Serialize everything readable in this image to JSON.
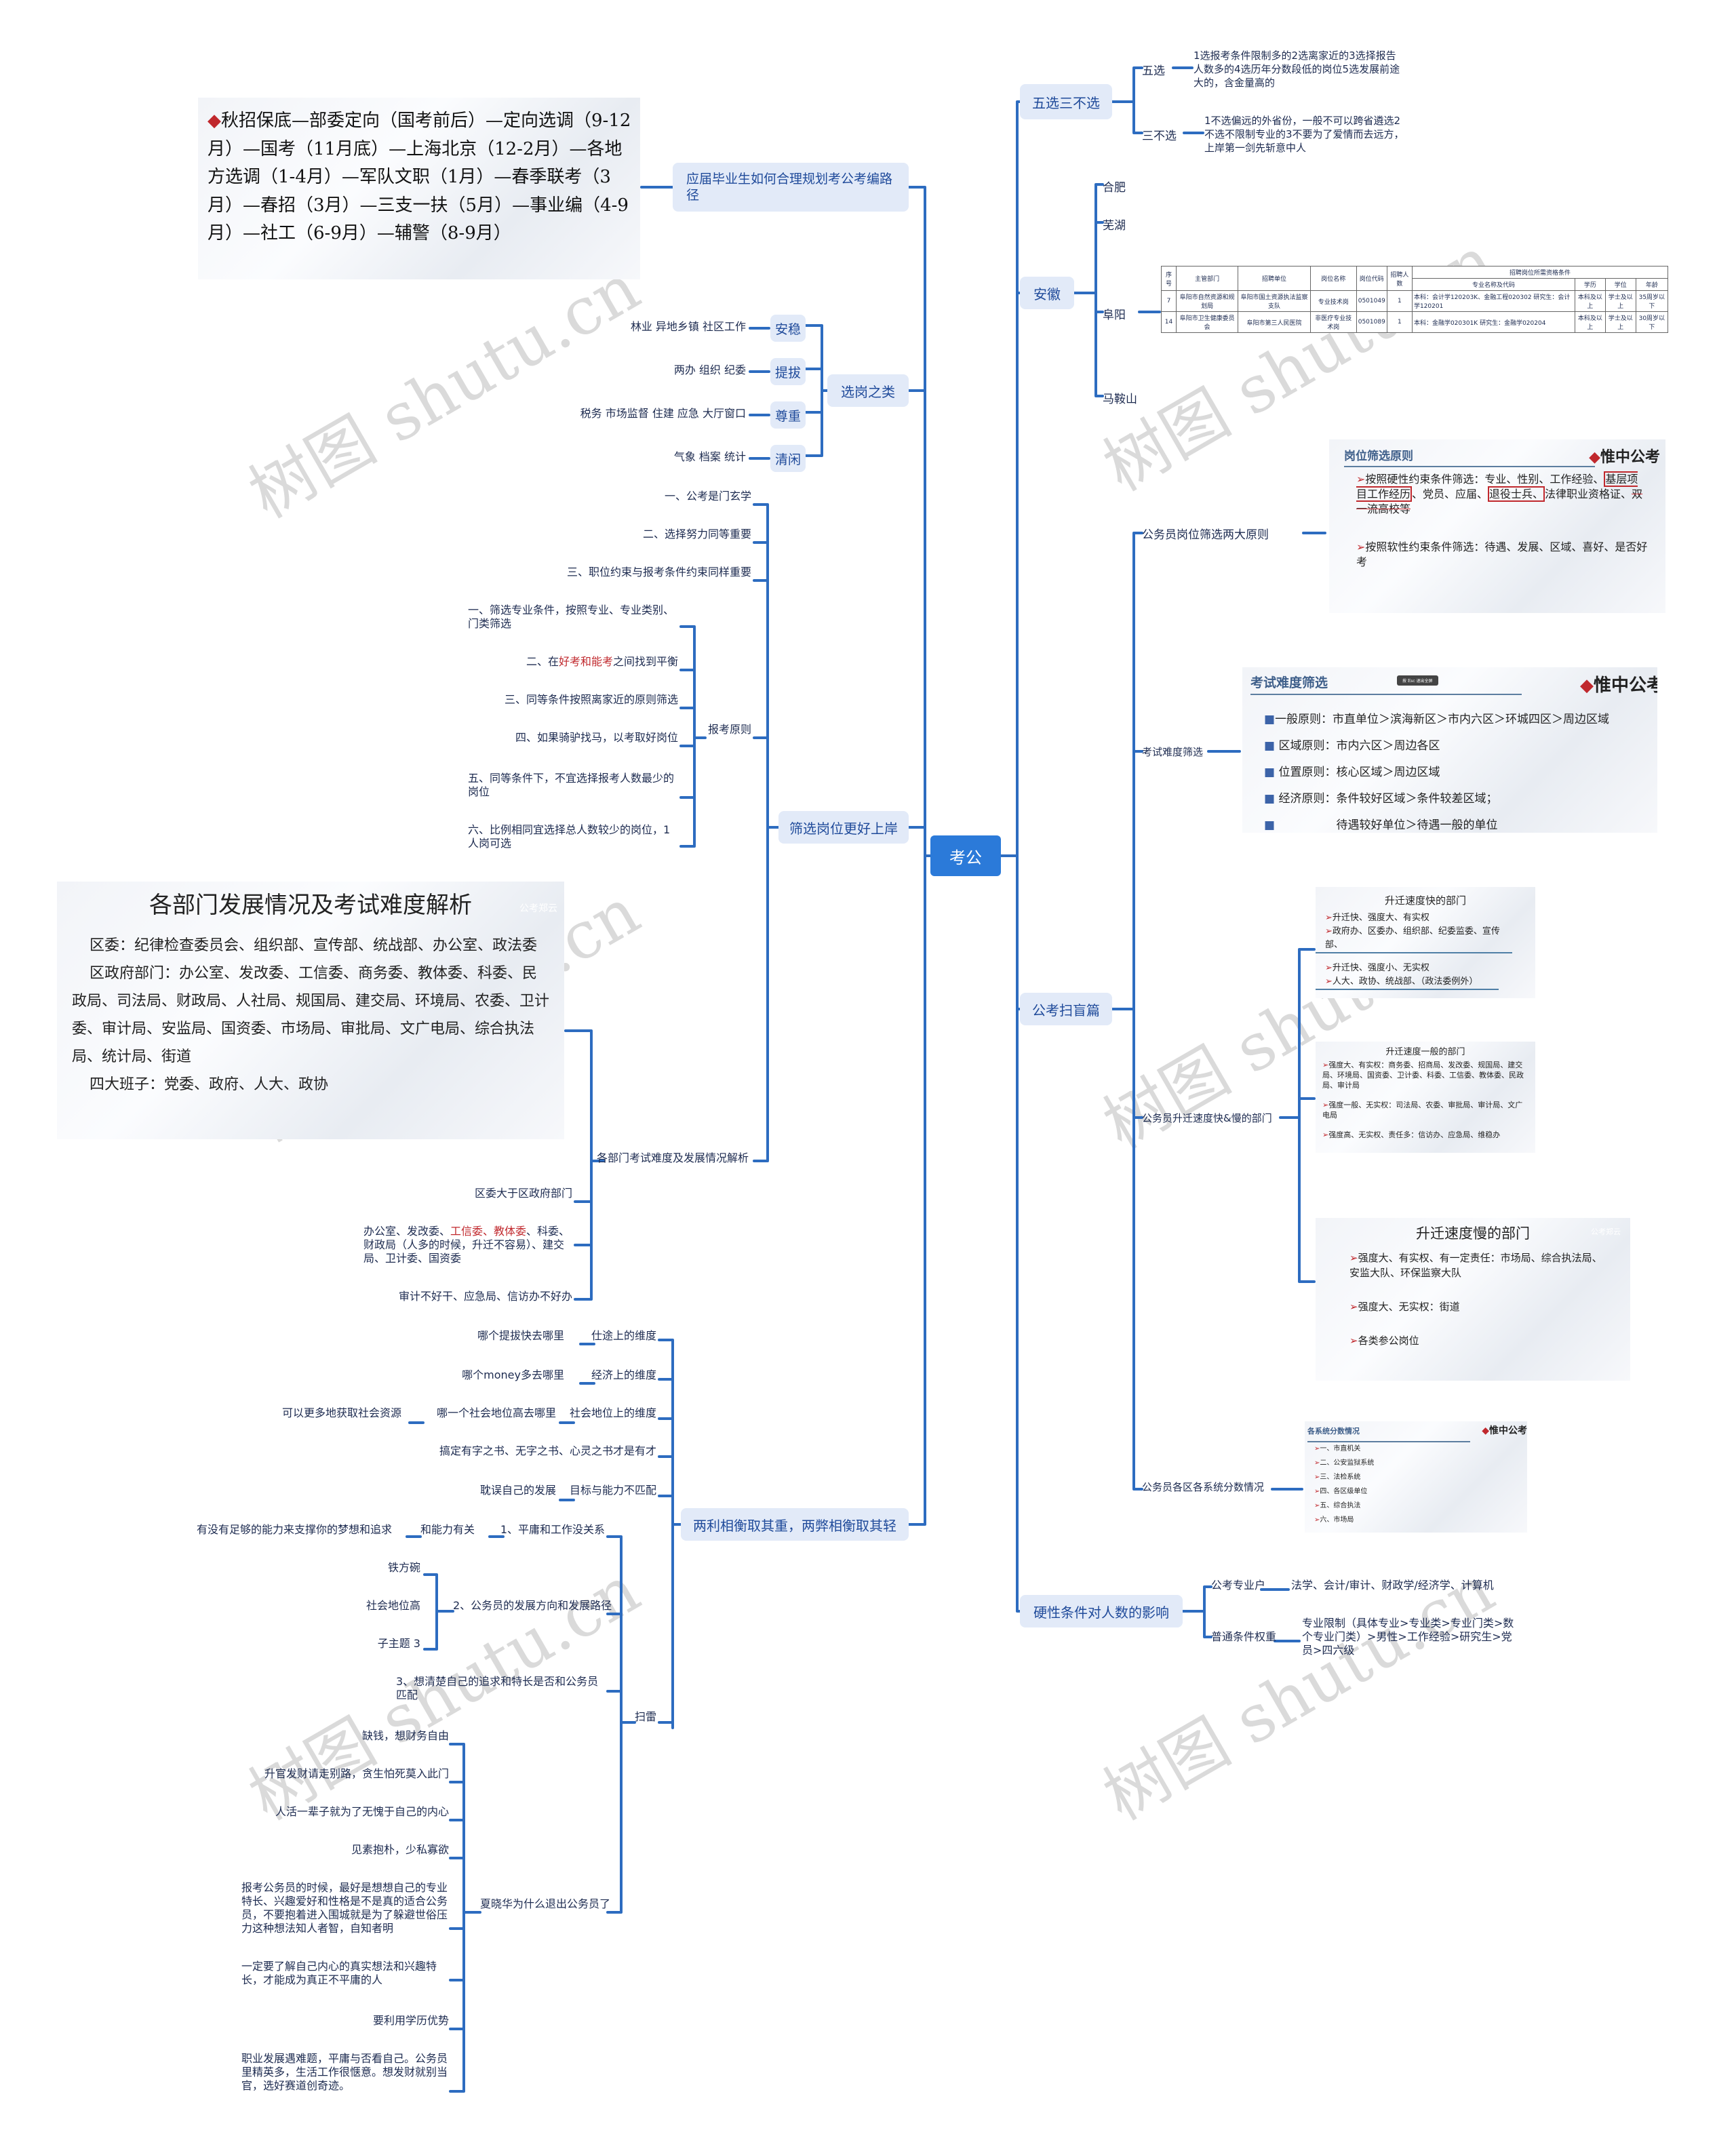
{
  "center": "考公",
  "watermark": "树图 shutu.cn",
  "right": {
    "wuxuan": {
      "label": "五选三不选",
      "children": [
        {
          "label": "五选",
          "text": "1选报考条件限制多的2选离家近的3选择报告人数多的4选历年分数段低的岗位5选发展前途大的，含金量高的"
        },
        {
          "label": "三不选",
          "text": "1不选偏远的外省份，一般不可以跨省遴选2不选不限制专业的3不要为了爱情而去远方，上岸第一剑先斩意中人"
        }
      ]
    },
    "anhui": {
      "label": "安徽",
      "cities": [
        "合肥",
        "芜湖",
        "阜阳",
        "马鞍山"
      ],
      "table": {
        "group_header": "招聘岗位所需资格条件",
        "headers": [
          "序号",
          "主管部门",
          "招聘单位",
          "岗位名称",
          "岗位代码",
          "招聘人数",
          "专业名称及代码",
          "学历",
          "学位",
          "年龄"
        ],
        "rows": [
          [
            "7",
            "阜阳市自然资源和规划局",
            "阜阳市国土资源执法监察支队",
            "专业技术岗",
            "0501049",
            "1",
            "本科：会计学120203K、金融工程020302 研究生：会计学120201",
            "本科及以上",
            "学士及以上",
            "35周岁以下"
          ],
          [
            "14",
            "阜阳市卫生健康委员会",
            "阜阳市第三人民医院",
            "非医疗专业技术岗",
            "0501089",
            "1",
            "本科：金融学020301K 研究生：金融学020204",
            "本科及以上",
            "学士及以上",
            "30周岁以下"
          ]
        ]
      }
    },
    "saomang": {
      "label": "公考扫盲篇",
      "principles": {
        "label": "公务员岗位筛选两大原则",
        "panel_title": "岗位筛选原则",
        "logo": "惟中公考",
        "hard_prefix": "按照硬性约束条件筛选：专业、性别、工作经验、",
        "hard_box1": "基层项目工作经历",
        "hard_mid": "、党员、应届、",
        "hard_box2": "退役士兵、",
        "hard_tail": "法律职业资格证、",
        "hard_strike": "双一流高校等",
        "soft": "按照软性约束条件筛选：待遇、发展、区域、喜好、是否好考"
      },
      "difficulty": {
        "label": "考试难度筛选",
        "panel_title": "考试难度筛选",
        "esc_hint": "按 Esc 退出全屏",
        "logo": "惟中公考",
        "items": [
          "一般原则：市直单位＞滨海新区＞市内六区＞环城四区＞周边区域",
          "区域原则：市内六区＞周边各区",
          "位置原则：核心区域＞周边区域",
          "经济原则：条件较好区域＞条件较差区域；",
          "　　　　　待遇较好单位＞待遇一般的单位"
        ]
      },
      "promotion": {
        "label": "公务员升迁速度快&慢的部门",
        "fast": {
          "title": "升迁速度快的部门",
          "items": [
            "升迁快、强度大、有实权",
            "政府办、区委办、组织部、纪委监委、宣传部、",
            "升迁快、强度小、无实权",
            "人大、政协、统战部、（政法委例外）"
          ]
        },
        "normal": {
          "title": "升迁速度一般的部门",
          "items": [
            "强度大、有实权：商务委、招商局、发改委、规国局、建交局、环境局、国资委、卫计委、科委、工信委、教体委、民政局、审计局",
            "强度一般、无实权：司法局、农委、审批局、审计局、文广电局",
            "强度高、无实权、责任多：信访办、应急局、维稳办"
          ]
        },
        "slow": {
          "title": "升迁速度慢的部门",
          "items": [
            "强度大、有实权、有一定责任：市场局、综合执法局、安监大队、环保监察大队",
            "强度大、无实权：街道",
            "各类参公岗位"
          ],
          "mark": "公考郑云"
        }
      },
      "scores": {
        "label": "公务员各区各系统分数情况",
        "panel_title": "各系统分数情况",
        "logo": "惟中公考",
        "items": [
          "一、市直机关",
          "二、公安监狱系统",
          "三、法检系统",
          "四、各区级单位",
          "五、综合执法",
          "六、市场局"
        ]
      }
    },
    "hard": {
      "label": "硬性条件对人数的影响",
      "children": [
        {
          "label": "公考专业户",
          "text": "法学、会计/审计、财政学/经济学、计算机"
        },
        {
          "label": "普通条件权重",
          "text": "专业限制（具体专业>专业类>专业门类>数个专业门类）>男性>工作经验>研究生>党员>四六级"
        }
      ]
    }
  },
  "left": {
    "plan": {
      "label": "应届毕业生如何合理规划考公考编路径",
      "panel_text": "秋招保底—部委定向（国考前后）—定向选调（9-12月）—国考（11月底）—上海北京（12-2月）—各地方选调（1-4月）—军队文职（1月）—春季联考（3月）—春招（3月）—三支一扶（5月）—事业编（4-9月）—社工（6-9月）—辅警（8-9月）"
    },
    "xuangang": {
      "label": "选岗之类",
      "items": [
        {
          "label": "安稳",
          "text": "林业 异地乡镇 社区工作"
        },
        {
          "label": "提拔",
          "text": "两办 组织 纪委"
        },
        {
          "label": "尊重",
          "text": "税务 市场监督 住建 应急 大厅窗口"
        },
        {
          "label": "清闲",
          "text": "气象 档案 统计"
        }
      ]
    },
    "shaixuan": {
      "label": "筛选岗位更好上岸",
      "items": [
        "一、公考是门玄学",
        "二、选择努力同等重要",
        "三、职位约束与报考条件约束同样重要"
      ],
      "principles": {
        "label": "报考原则",
        "items": [
          "一、筛选专业条件，按照专业、专业类别、门类筛选",
          "二、在好考和能考之间找到平衡",
          "三、同等条件按照离家近的原则筛选",
          "四、如果骑驴找马，以考取好岗位",
          "五、同等条件下，不宜选择报考人数最少的岗位",
          "六、比例相同宜选择总人数较少的岗位，1人岗可选"
        ],
        "p2_pre": "二、在",
        "p2_red": "好考和能考",
        "p2_post": "之间找到平衡"
      },
      "depts": {
        "label": "各部门考试难度及发展情况解析",
        "panel": {
          "title": "各部门发展情况及考试难度解析",
          "mark": "公考郑云",
          "lines": [
            "区委：纪律检查委员会、组织部、宣传部、统战部、办公室、政法委",
            "区政府部门：办公室、发改委、工信委、商务委、教体委、科委、民政局、司法局、财政局、人社局、规国局、建交局、环境局、农委、卫计委、审计局、安监局、国资委、市场局、审批局、文广电局、综合执法局、统计局、街道",
            "四大班子：党委、政府、人大、政协"
          ]
        },
        "items": [
          "区委大于区政府部门",
          "办公室、发改委、工信委、教体委、科委、财政局（人多的时候，升迁不容易）、建交局、卫计委、国资委",
          "审计不好干、应急局、信访办不好办"
        ],
        "i2_a": "办公室、发改委、",
        "i2_red": "工信委、教体委",
        "i2_b": "、科委、财政局（人多的时候，升迁不容易）、建交局、卫计委、国资委"
      }
    },
    "liangli": {
      "label": "两利相衡取其重，两弊相衡取其轻",
      "dims": [
        {
          "a": "哪个提拔快去哪里",
          "b": "仕途上的维度"
        },
        {
          "a": "哪个money多去哪里",
          "b": "经济上的维度"
        },
        {
          "pre": "可以更多地获取社会资源",
          "a": "哪一个社会地位高去哪里",
          "b": "社会地位上的维度"
        },
        {
          "b": "搞定有字之书、无字之书、心灵之书才是有才"
        },
        {
          "a": "耽误自己的发展",
          "b": "目标与能力不匹配"
        }
      ],
      "saolei": {
        "label": "扫雷",
        "p1": {
          "label": "1、平庸和工作没关系",
          "mid": "和能力有关",
          "leaf": "有没有足够的能力来支撑你的梦想和追求"
        },
        "p2": {
          "label": "2、公务员的发展方向和发展路径",
          "items": [
            "铁方碗",
            "社会地位高",
            "子主题 3"
          ]
        },
        "p3": {
          "label": "3、想清楚自己的追求和特长是否和公务员匹配"
        },
        "xia": {
          "label": "夏晓华为什么退出公务员了",
          "items": [
            "缺钱，想财务自由",
            "升官发财请走别路，贪生怕死莫入此门",
            "人活一辈子就为了无愧于自己的内心",
            "见素抱朴，少私寡欲",
            "报考公务员的时候，最好是想想自己的专业特长、兴趣爱好和性格是不是真的适合公务员，不要抱着进入围城就是为了躲避世俗压力这种想法知人者智，自知者明",
            "一定要了解自己内心的真实想法和兴趣特长，才能成为真正不平庸的人",
            "要利用学历优势",
            "职业发展遇难题，平庸与否看自己。公务员里精英多，生活工作很惬意。想发财就别当官，选好赛道创奇迹。"
          ]
        }
      }
    }
  },
  "colors": {
    "line": "#2d6cc0",
    "node_bg": "#e2eaf8",
    "center_bg": "#2b7ad9",
    "accent_red": "#c0282d"
  }
}
